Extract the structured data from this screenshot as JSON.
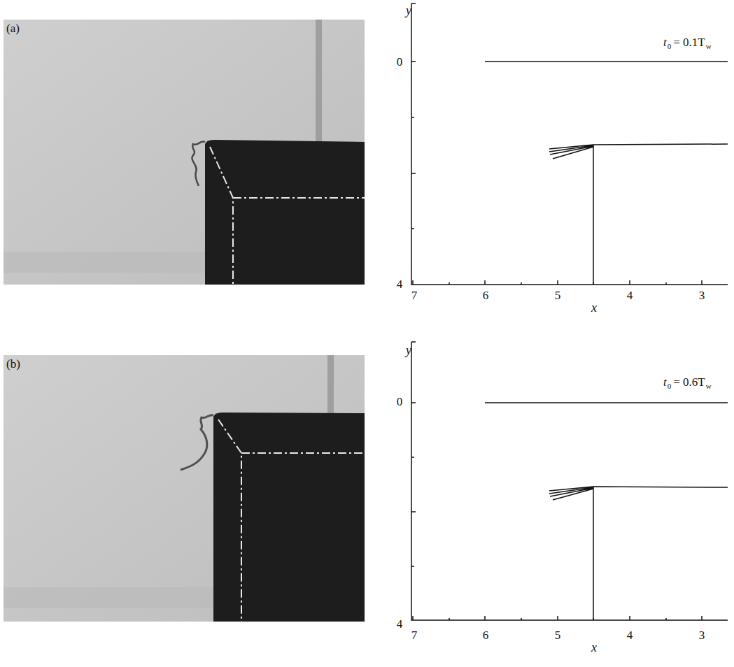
{
  "diagram": {
    "labels": [
      "(a)",
      "y",
      "0",
      "4",
      "7",
      "6",
      "5",
      "4",
      "3",
      "x",
      "t",
      "0",
      "= 0.1T",
      "w",
      "(b)",
      "y",
      "0",
      "4",
      "7",
      "6",
      "5",
      "4",
      "3",
      "x",
      "t",
      "0",
      "= 0.6T",
      "w"
    ]
  }
}
